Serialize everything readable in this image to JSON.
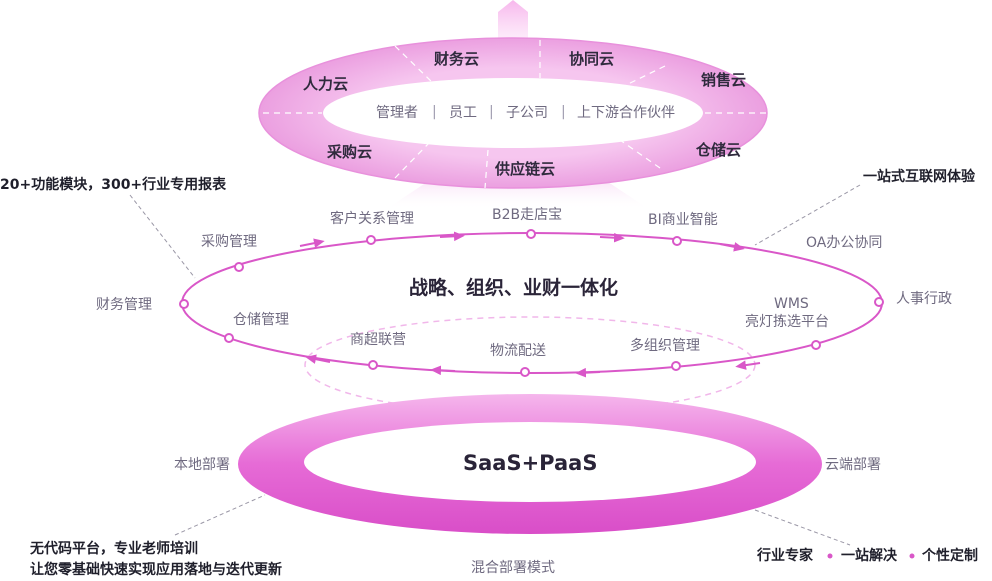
{
  "top_ring": {
    "clouds": {
      "finance": "财务云",
      "collab": "协同云",
      "hr": "人力云",
      "sales": "销售云",
      "purchase": "采购云",
      "storage": "仓储云",
      "supply": "供应链云"
    },
    "roles": [
      "管理者",
      "员工",
      "子公司",
      "上下游合作伙伴"
    ]
  },
  "middle_ring": {
    "center": "战略、组织、业财一体化",
    "modules": {
      "purchase_mgmt": "采购管理",
      "crm": "客户关系管理",
      "b2b": "B2B走店宝",
      "bi": "BI商业智能",
      "oa": "OA办公协同",
      "hr_admin": "人事行政",
      "wms_1": "WMS",
      "wms_2": "亮灯拣选平台",
      "multi_org": "多组织管理",
      "logistics": "物流配送",
      "retail": "商超联营",
      "storage_mgmt": "仓储管理",
      "finance_mgmt": "财务管理"
    }
  },
  "bottom_ring": {
    "center": "SaaS+PaaS",
    "local": "本地部署",
    "cloud": "云端部署",
    "hybrid": "混合部署模式"
  },
  "callouts": {
    "modules": "20+功能模块，300+行业专用报表",
    "internet": "一站式互联网体验",
    "nocode_1": "无代码平台，专业老师培训",
    "nocode_2": "让您零基础快速实现应用落地与迭代更新",
    "expert": "行业专家",
    "onestop": "一站解决",
    "custom": "个性定制"
  },
  "colors": {
    "accent": "#d957c8",
    "ring_fill": "#f3c9ee",
    "text_dark": "#2a2438",
    "text_gray": "#6f6a80"
  }
}
